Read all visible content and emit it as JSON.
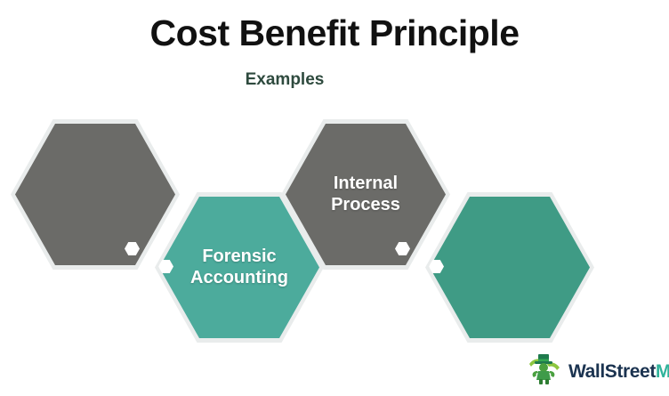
{
  "page": {
    "title": "Cost Benefit Principle",
    "subtitle": "Examples",
    "background": "#ffffff"
  },
  "colors": {
    "title_text": "#111111",
    "subtitle_text": "#2e4a3e",
    "hex_gray": "#6b6b68",
    "hex_teal_light": "#4cab9c",
    "hex_teal_dark": "#3f9b85",
    "hex_label_text": "#ffffff",
    "hex_halo": "#e9ecec",
    "marker_dot": "#ffffff",
    "logo_wallstreet": "#1b3350",
    "logo_mojo": "#31b39b",
    "logo_mascot": "#4aa03f"
  },
  "hexagons": [
    {
      "id": "hex-1",
      "label": "",
      "color": "#6b6b68",
      "row": "upper",
      "has_marker": true,
      "marker_position": "bottom-right"
    },
    {
      "id": "hex-2",
      "label": "Forensic\nAccounting",
      "color": "#4cab9c",
      "row": "lower",
      "has_marker": true,
      "marker_position": "left"
    },
    {
      "id": "hex-3",
      "label": "Internal\nProcess",
      "color": "#6b6b68",
      "row": "upper",
      "has_marker": true,
      "marker_position": "bottom-right"
    },
    {
      "id": "hex-4",
      "label": "",
      "color": "#3f9b85",
      "row": "lower",
      "has_marker": true,
      "marker_position": "left"
    }
  ],
  "hex_labels": {
    "one_line1": "",
    "two_line1": "Forensic",
    "two_line2": "Accounting",
    "three_line1": "Internal",
    "three_line2": "Process",
    "four_line1": ""
  },
  "logo": {
    "brand_primary": "WallStreet",
    "brand_secondary": "Mojo",
    "mascot": "wallstreetmojo-mascot-icon"
  }
}
